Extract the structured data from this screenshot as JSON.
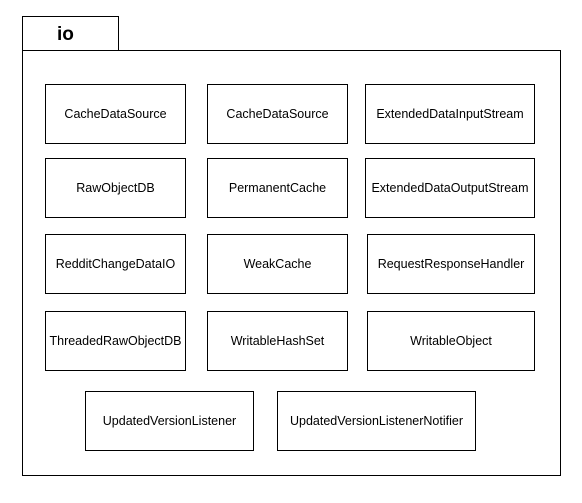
{
  "package": {
    "name": "io"
  },
  "classes": [
    "CacheDataSource",
    "CacheDataSource",
    "ExtendedDataInputStream",
    "RawObjectDB",
    "PermanentCache",
    "ExtendedDataOutputStream",
    "RedditChangeDataIO",
    "WeakCache",
    "RequestResponseHandler",
    "ThreadedRawObjectDB",
    "WritableHashSet",
    "WritableObject",
    "UpdatedVersionListener",
    "UpdatedVersionListenerNotifier"
  ]
}
